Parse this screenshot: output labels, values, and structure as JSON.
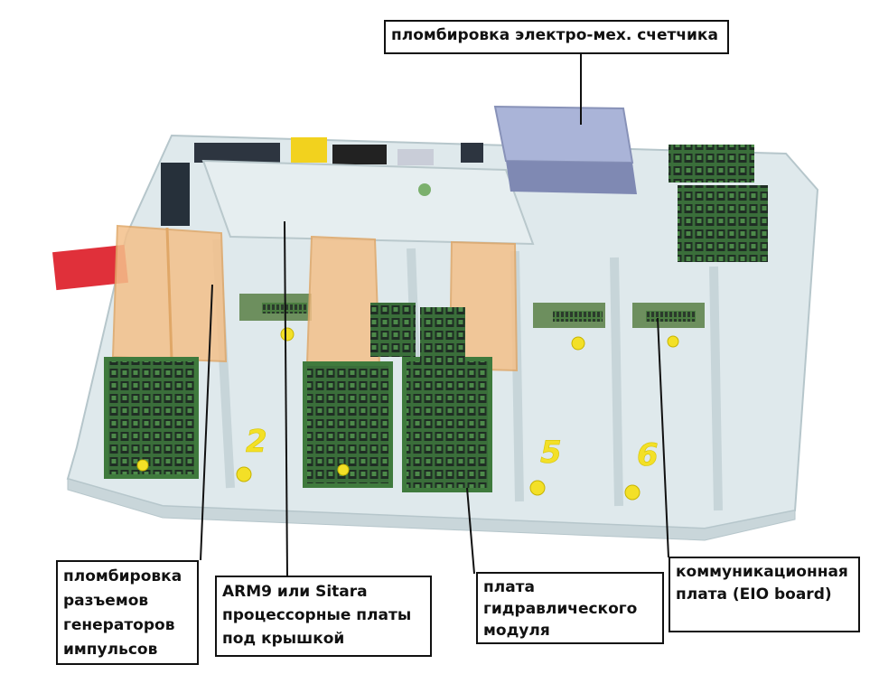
{
  "labels": {
    "top": "пломбировка электро-мех. счетчика",
    "pulse_gen": [
      "пломбировка",
      "разъемов",
      "генераторов",
      "импульсов"
    ],
    "processor": [
      "ARM9 или Sitara",
      "процессорные платы",
      "под крышкой"
    ],
    "hydraulic": [
      "плата",
      "гидравлического",
      "модуля"
    ],
    "comm": [
      "коммуникационная",
      "плата (EIO board)"
    ]
  },
  "slot_numbers": [
    "2",
    "5",
    "6"
  ],
  "colors": {
    "chassis": "#dfe9ec",
    "chassis_edge": "#b6c6cb",
    "board_green": "#3f7a3d",
    "connector_dark": "#22302a",
    "orange_cover": "#f4c08a",
    "red_card": "#e0303a",
    "yellow": "#f3e027",
    "meter_blue": "#aab4d8"
  }
}
